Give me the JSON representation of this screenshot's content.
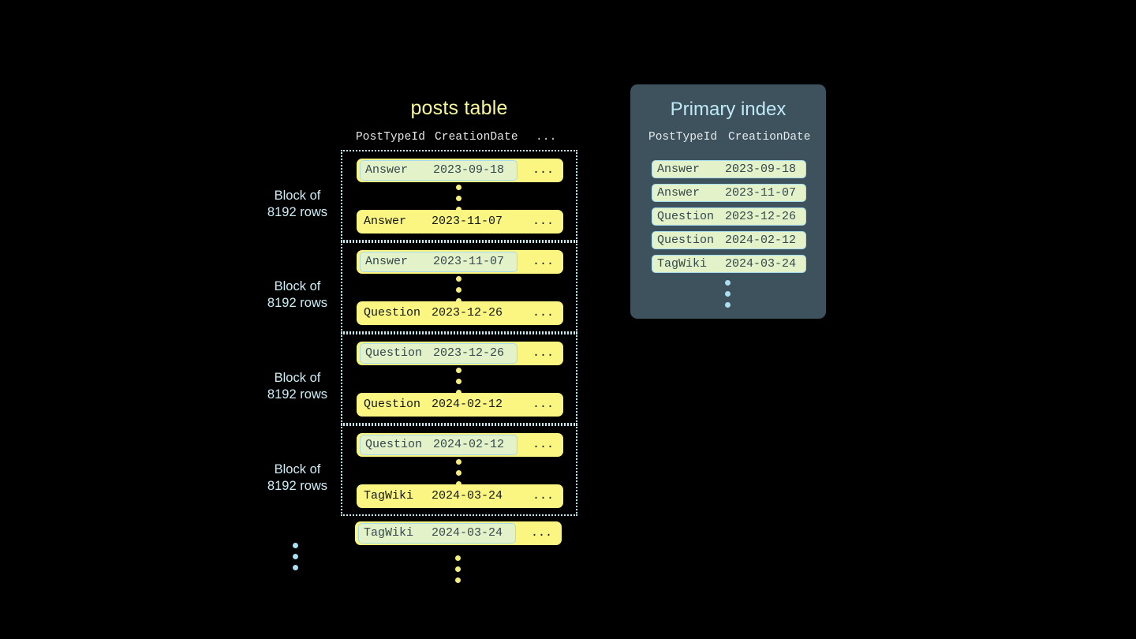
{
  "diagram": {
    "background_color": "#000000",
    "accent_yellow": "#fbf582",
    "accent_blue": "#bfe9f5",
    "panel_bg": "#3e525e",
    "chip_green": "#e4f2c9"
  },
  "posts_table": {
    "title": "posts table",
    "columns": [
      "PostTypeId",
      "CreationDate",
      "..."
    ],
    "ellipsis_cell": "...",
    "blocks": [
      {
        "label_line1": "Block of",
        "label_line2": "8192 rows",
        "first_row": {
          "post_type_id": "Answer",
          "creation_date": "2023-09-18",
          "more": "...",
          "highlighted": true
        },
        "last_row": {
          "post_type_id": "Answer",
          "creation_date": "2023-11-07",
          "more": "...",
          "highlighted": false
        }
      },
      {
        "label_line1": "Block of",
        "label_line2": "8192 rows",
        "first_row": {
          "post_type_id": "Answer",
          "creation_date": "2023-11-07",
          "more": "...",
          "highlighted": true
        },
        "last_row": {
          "post_type_id": "Question",
          "creation_date": "2023-12-26",
          "more": "...",
          "highlighted": false
        }
      },
      {
        "label_line1": "Block of",
        "label_line2": "8192 rows",
        "first_row": {
          "post_type_id": "Question",
          "creation_date": "2023-12-26",
          "more": "...",
          "highlighted": true
        },
        "last_row": {
          "post_type_id": "Question",
          "creation_date": "2024-02-12",
          "more": "...",
          "highlighted": false
        }
      },
      {
        "label_line1": "Block of",
        "label_line2": "8192 rows",
        "first_row": {
          "post_type_id": "Question",
          "creation_date": "2024-02-12",
          "more": "...",
          "highlighted": true
        },
        "last_row": {
          "post_type_id": "TagWiki",
          "creation_date": "2024-03-24",
          "more": "...",
          "highlighted": false
        }
      }
    ],
    "trailing_row": {
      "post_type_id": "TagWiki",
      "creation_date": "2024-03-24",
      "more": "...",
      "highlighted": true
    }
  },
  "primary_index": {
    "title": "Primary index",
    "columns": [
      "PostTypeId",
      "CreationDate"
    ],
    "rows": [
      {
        "post_type_id": "Answer",
        "creation_date": "2023-09-18"
      },
      {
        "post_type_id": "Answer",
        "creation_date": "2023-11-07"
      },
      {
        "post_type_id": "Question",
        "creation_date": "2023-12-26"
      },
      {
        "post_type_id": "Question",
        "creation_date": "2024-02-12"
      },
      {
        "post_type_id": "TagWiki",
        "creation_date": "2024-03-24"
      }
    ]
  }
}
